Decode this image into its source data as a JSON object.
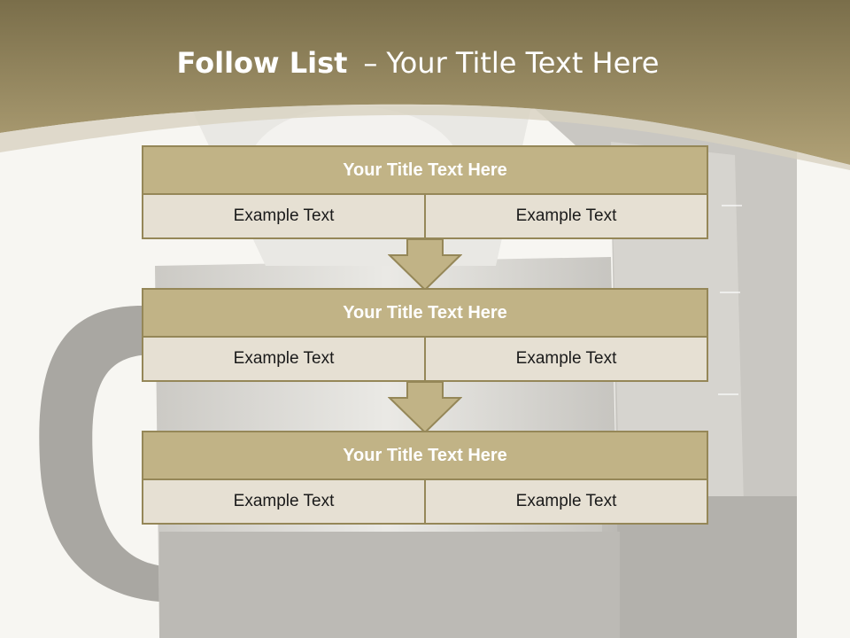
{
  "slide": {
    "title_bold": "Follow List",
    "title_separator": "–",
    "title_rest": "Your Title Text Here"
  },
  "steps": [
    {
      "title": "Your Title Text Here",
      "cells": [
        "Example Text",
        "Example Text"
      ]
    },
    {
      "title": "Your Title Text Here",
      "cells": [
        "Example Text",
        "Example Text"
      ]
    },
    {
      "title": "Your Title Text Here",
      "cells": [
        "Example Text",
        "Example Text"
      ]
    }
  ],
  "colors": {
    "header_band": "#a8976a",
    "block_title": "#c1b386",
    "block_cell": "#e6e0d3",
    "block_border": "#958758",
    "background": "#f7f6f2"
  }
}
